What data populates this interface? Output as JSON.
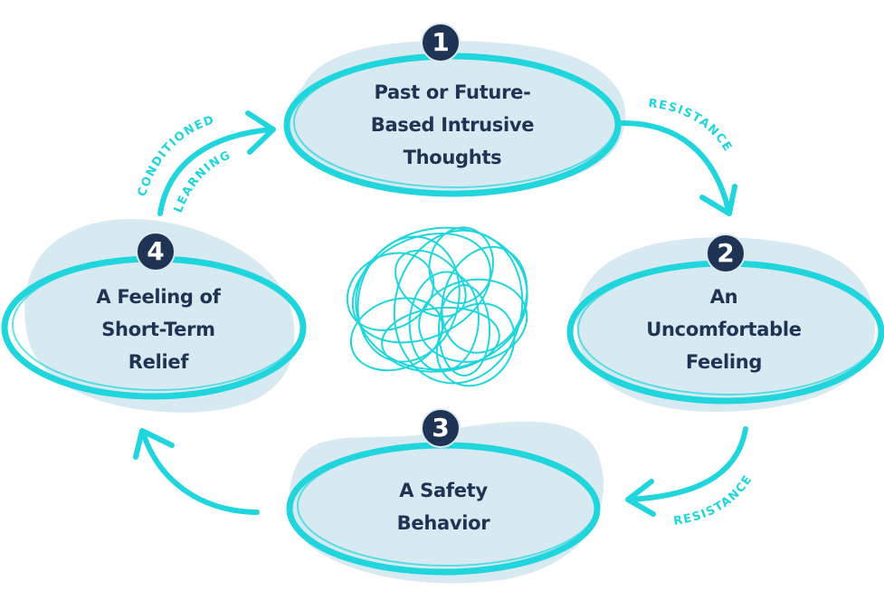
{
  "colors": {
    "accent": "#20d5dc",
    "blob": "#d7e9f1",
    "text": "#1f3454",
    "badge": "#1f3454",
    "badge_text": "#ffffff"
  },
  "nodes": [
    {
      "number": "1",
      "lines": [
        "Past or Future-",
        "Based Intrusive",
        "Thoughts"
      ]
    },
    {
      "number": "2",
      "lines": [
        "An",
        "Uncomfortable",
        "Feeling"
      ]
    },
    {
      "number": "3",
      "lines": [
        "A Safety",
        "Behavior"
      ]
    },
    {
      "number": "4",
      "lines": [
        "A Feeling of",
        "Short-Term",
        "Relief"
      ]
    }
  ],
  "arrows": [
    {
      "from": "4",
      "to": "1",
      "labels": [
        "CONDITIONED",
        "LEARNING"
      ]
    },
    {
      "from": "1",
      "to": "2",
      "labels": [
        "RESISTANCE"
      ]
    },
    {
      "from": "2",
      "to": "3",
      "labels": [
        "RESISTANCE"
      ]
    },
    {
      "from": "3",
      "to": "4",
      "labels": []
    }
  ],
  "center_icon": "tangled-scribble-icon"
}
